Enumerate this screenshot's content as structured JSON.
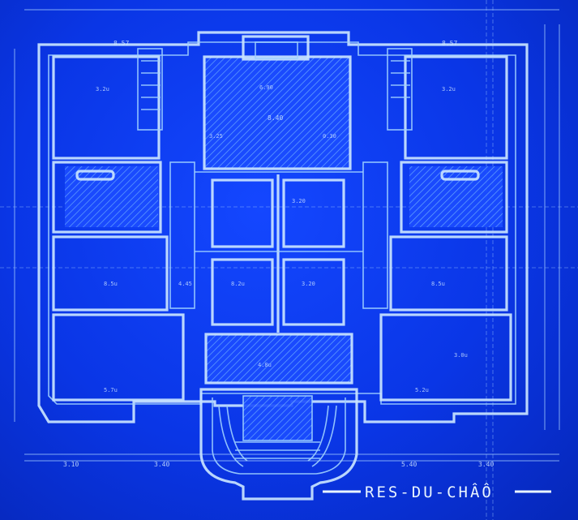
{
  "drawing": {
    "title": "RES-DU-CHÂÔ",
    "dimensions_top": [
      "8.57",
      "8.40",
      "8.57"
    ],
    "dimensions_bottom": [
      "3.10",
      "3.40",
      "5.40",
      "3.40"
    ],
    "room_labels": [
      "3.2u",
      "6.90",
      "3.2u",
      "8.5u",
      "8.2u",
      "4.45",
      "3.20",
      "3.20",
      "8.5u",
      "5.7u",
      "5.2u",
      "4.8u",
      "3.25",
      "0.30",
      "3.0u"
    ],
    "colors": {
      "paper": "#0a36e6",
      "lines": "#c9e4ff",
      "hatch": "#6fb0ff"
    }
  }
}
